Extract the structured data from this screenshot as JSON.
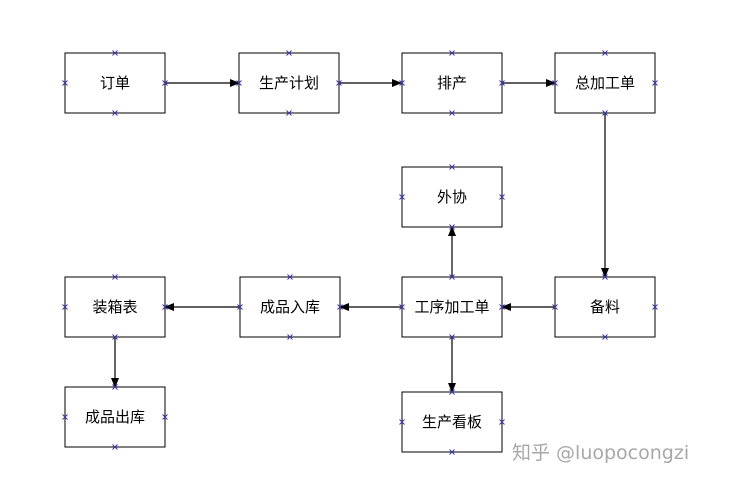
{
  "nodes": {
    "order": "订单",
    "production_plan": "生产计划",
    "scheduling": "排产",
    "master_work_order": "总加工单",
    "outsourcing": "外协",
    "packing_list": "装箱表",
    "finished_goods_in": "成品入库",
    "process_work_order": "工序加工单",
    "material_prep": "备料",
    "finished_goods_out": "成品出库",
    "production_kanban": "生产看板"
  },
  "watermark": "知乎 @luopocongzi",
  "colors": {
    "port_marker": "#3a3aa8",
    "watermark": "#a8a8a8"
  }
}
